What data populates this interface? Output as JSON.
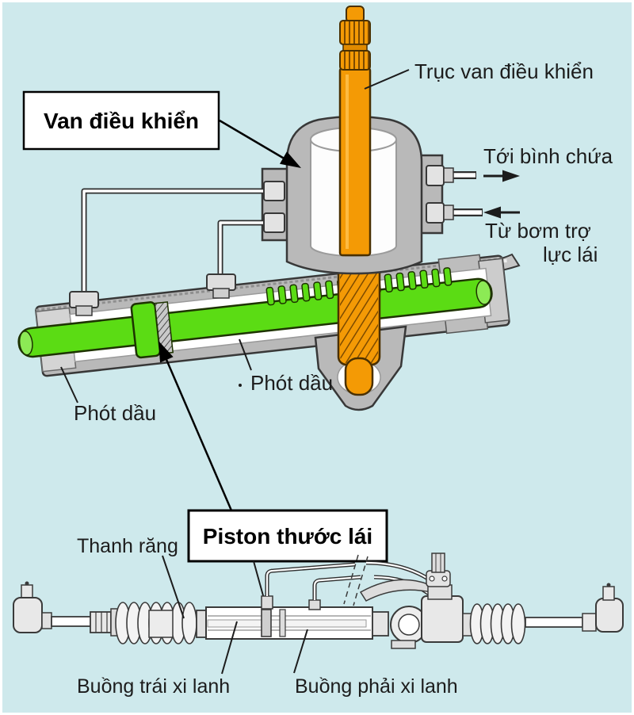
{
  "background": {
    "color": "#cee9ec",
    "frame_border": "#ffffff"
  },
  "palette": {
    "shaft_orange": "#f49a05",
    "rack_green": "#5bdc14",
    "housing_gray": "#b9b9b9",
    "outline": "#383838",
    "text": "#1c1c1c",
    "callout_bg": "#ffffff",
    "callout_border": "#000000"
  },
  "upper_diagram": {
    "callout_boxes": [
      {
        "id": "control-valve",
        "label": "Van điều khiển"
      },
      {
        "id": "rack-piston",
        "label": "Piston thước lái"
      }
    ],
    "labels": {
      "valve_shaft": "Trục van điều khiển",
      "to_reservoir": "Tới bình chứa",
      "from_pump_line1": "Từ bơm trợ",
      "from_pump_line2": "lực lái",
      "oil_seal_left": "Phót dầu",
      "oil_seal_right": "Phót dầu"
    },
    "flow_arrows": [
      {
        "id": "to-reservoir-arrow",
        "direction": "right"
      },
      {
        "id": "from-pump-arrow",
        "direction": "left"
      }
    ]
  },
  "lower_diagram": {
    "labels": {
      "rack_bar": "Thanh răng",
      "left_chamber": "Buồng trái xi lanh",
      "right_chamber": "Buồng phải xi lanh"
    }
  }
}
